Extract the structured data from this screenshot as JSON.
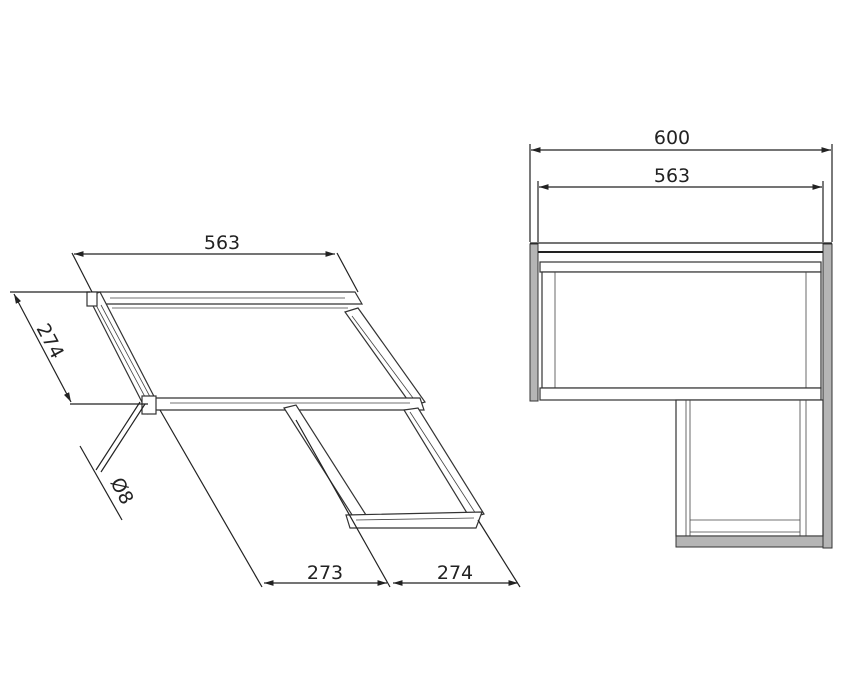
{
  "left_view": {
    "dim_width": "563",
    "dim_depth": "274",
    "dim_diameter": "Ø8",
    "dim_extension_1": "273",
    "dim_extension_2": "274"
  },
  "right_view": {
    "dim_outer_width": "600",
    "dim_inner_width": "563"
  }
}
